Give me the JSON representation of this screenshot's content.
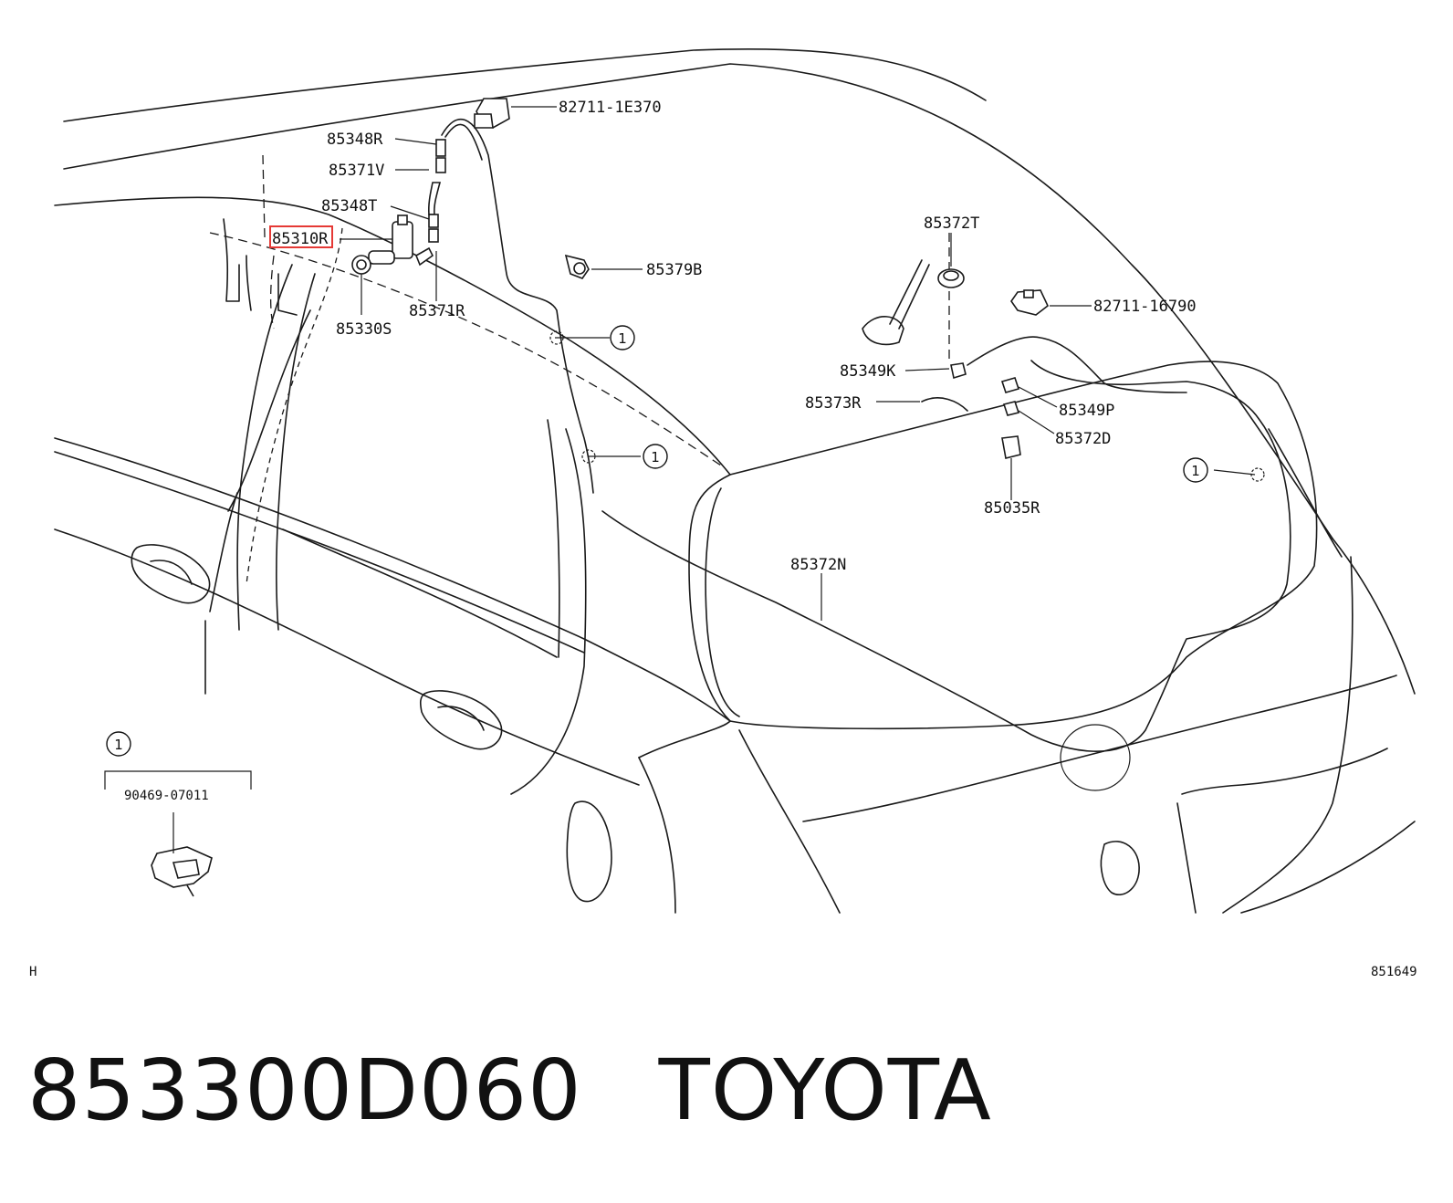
{
  "callouts": {
    "p827111e370": "82711-1E370",
    "p85348r": "85348R",
    "p85371v": "85371V",
    "p85348t": "85348T",
    "p85310r": "85310R",
    "p85379b": "85379B",
    "p85371r": "85371R",
    "p85330s": "85330S",
    "p85372t": "85372T",
    "p8271116790": "82711-16790",
    "p85349k": "85349K",
    "p85373r": "85373R",
    "p85349p": "85349P",
    "p85372d": "85372D",
    "p85035r": "85035R",
    "p85372n": "85372N",
    "p9046907011": "90469-07011"
  },
  "ref_marker": "1",
  "corner_left": "H",
  "corner_right": "851649",
  "caption": {
    "part_number": "853300D060",
    "brand": "TOYOTA"
  },
  "highlight_color": "#e53935"
}
